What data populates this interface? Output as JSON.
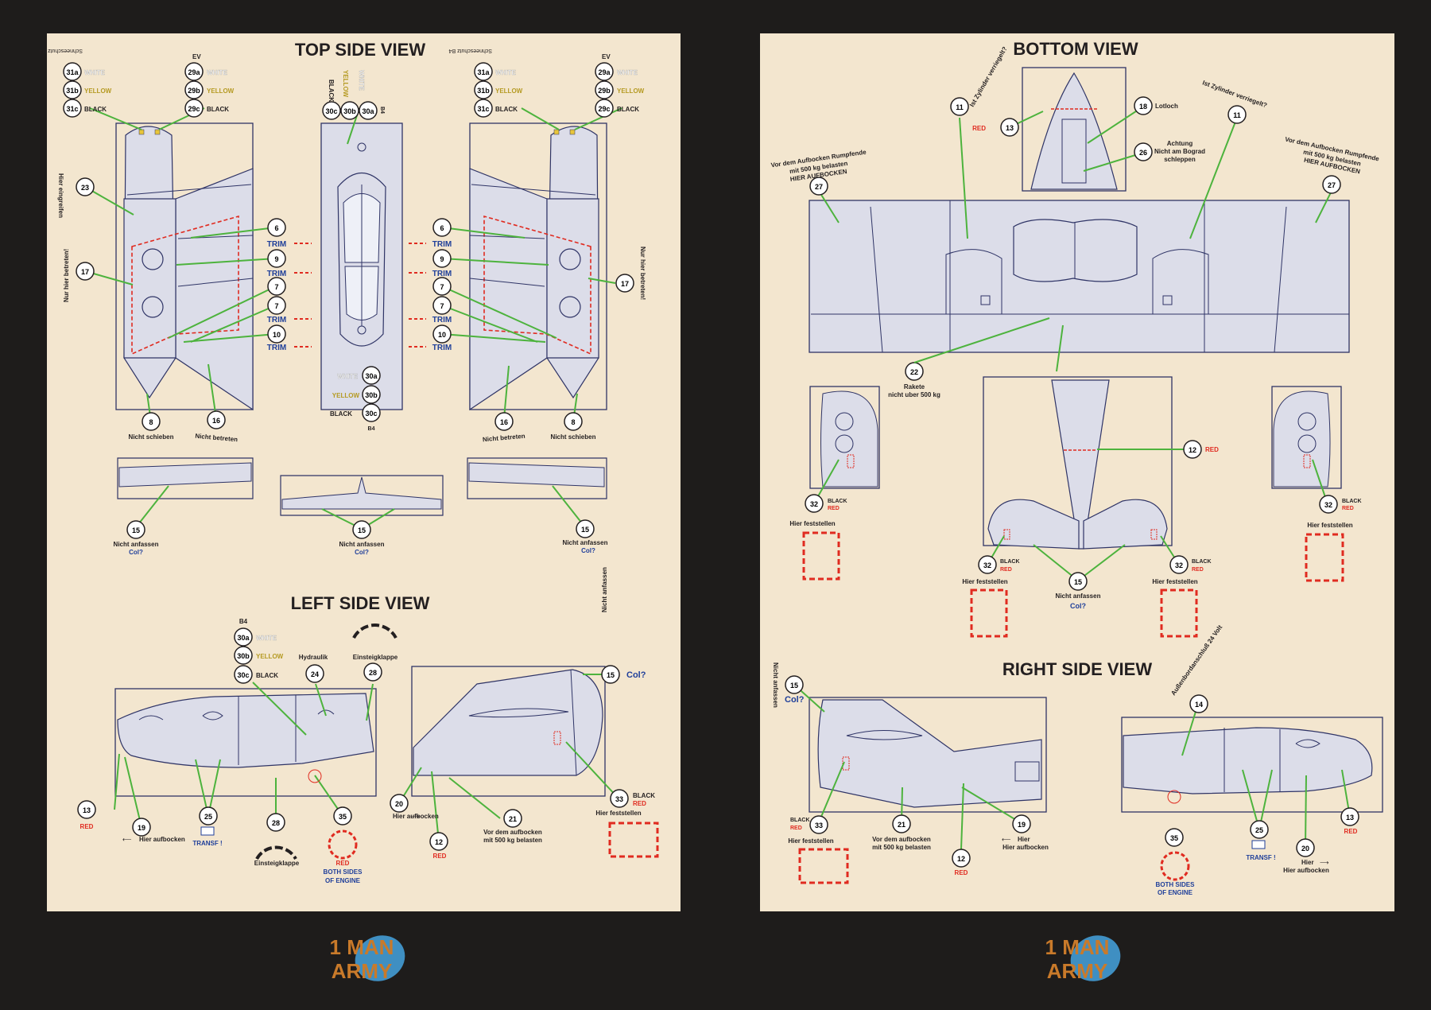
{
  "colors": {
    "background": "#1e1c1b",
    "paper": "#f3e6cf",
    "plane_fill": "#dcdde9",
    "outline": "#2f3466",
    "leader": "#4db33d",
    "red": "#e02b20",
    "blue": "#1f3f9a",
    "yellow_text": "#b59a22",
    "white_text": "#ffffff",
    "badge_orange": "#c97a2a",
    "badge_blue": "#3f8fc2"
  },
  "logo": {
    "line1": "1 MAN",
    "line2": "ARMY"
  },
  "page1": {
    "top_title": "TOP SIDE VIEW",
    "left_title": "LEFT SIDE VIEW",
    "top": {
      "m31a": "31a",
      "m31b": "31b",
      "m31c": "31c",
      "m29a": "29a",
      "m29b": "29b",
      "m29c": "29c",
      "m30a": "30a",
      "m30b": "30b",
      "m30c": "30c",
      "m23": "23",
      "m17": "17",
      "m6": "6",
      "m9": "9",
      "m7": "7",
      "m10": "10",
      "m8": "8",
      "m16": "16",
      "m15": "15",
      "white": "WHITE",
      "yellow": "YELLOW",
      "black": "BLACK",
      "ev": "EV",
      "b4": "B4",
      "schnee": "Schneeschutz B4",
      "trim": "TRIM",
      "hier_eingreifen": "Hier eingreifen",
      "nur_hier_betreten": "Nur hier betreten!",
      "nicht_schieben": "Nicht schieben",
      "nicht_betreten": "Nicht betreten",
      "nicht_anfassen": "Nicht anfassen",
      "col": "Col?"
    },
    "left": {
      "b4": "B4",
      "m30a": "30a",
      "m30b": "30b",
      "m30c": "30c",
      "white": "WHITE",
      "yellow": "YELLOW",
      "black": "BLACK",
      "hydraulik": "Hydraulik",
      "einsteigklappe": "Einsteigklappe",
      "m24": "24",
      "m28": "28",
      "m13": "13",
      "m19": "19",
      "m25": "25",
      "m35": "35",
      "m20": "20",
      "m12": "12",
      "m21": "21",
      "m33": "33",
      "m15": "15",
      "red": "RED",
      "hier_aufbocken": "Hier aufbocken",
      "transf": "TRANSF !",
      "both_sides_1": "BOTH SIDES",
      "both_sides_2": "OF ENGINE",
      "vor_dem_1": "Vor dem aufbocken",
      "vor_dem_2": "mit 500 kg belasten",
      "hier_feststellen": "Hier feststellen",
      "nicht_anfassen": "Nicht anfassen",
      "col": "Col?"
    }
  },
  "page2": {
    "bottom_title": "BOTTOM VIEW",
    "right_title": "RIGHT SIDE VIEW",
    "bottom": {
      "m11": "11",
      "m13": "13",
      "m18": "18",
      "m26": "26",
      "m27": "27",
      "m22": "22",
      "m12": "12",
      "m32": "32",
      "m15": "15",
      "ist_zylinder": "Ist Zylinder verriegelt?",
      "red": "RED",
      "black": "BLACK",
      "lotloch": "Lotloch",
      "achtung_1": "Achtung",
      "achtung_2": "Nicht am Bograd",
      "achtung_3": "schleppen",
      "vor_dem_1": "Vor dem Aufbocken Rumpfende",
      "vor_dem_2": "mit 500 kg belasten",
      "vor_dem_3": "HIER AUFBOCKEN",
      "rakete_1": "Rakete",
      "rakete_2": "nicht uber 500 kg",
      "hier_feststellen": "Hier feststellen",
      "nicht_anfassen": "Nicht anfassen",
      "col": "Col?"
    },
    "right": {
      "m15": "15",
      "m14": "14",
      "m33": "33",
      "m21": "21",
      "m12": "12",
      "m19": "19",
      "m35": "35",
      "m25": "25",
      "m20": "20",
      "m13": "13",
      "nicht_anfassen": "Nicht anfassen",
      "col": "Col?",
      "aussenbord": "Außenbordanschluß 24 Volt",
      "black": "BLACK",
      "red": "RED",
      "hier_feststellen": "Hier feststellen",
      "vor_dem_1": "Vor dem aufbocken",
      "vor_dem_2": "mit 500 kg belasten",
      "hier_aufbocken": "Hier aufbocken",
      "both_sides_1": "BOTH SIDES",
      "both_sides_2": "OF ENGINE",
      "transf": "TRANSF !"
    }
  }
}
